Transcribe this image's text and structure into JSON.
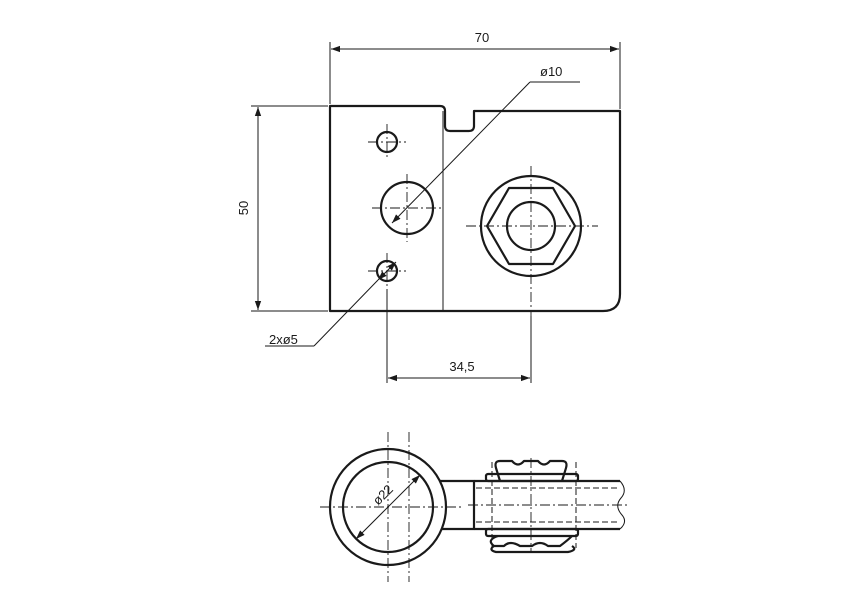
{
  "dimensions": {
    "width_label": "70",
    "height_label": "50",
    "large_hole_label": "ø10",
    "small_holes_label": "2xø5",
    "spacing_label": "34,5",
    "ring_diameter_label": "ø22"
  },
  "colors": {
    "line": "#1a1a1a",
    "background": "#ffffff"
  }
}
